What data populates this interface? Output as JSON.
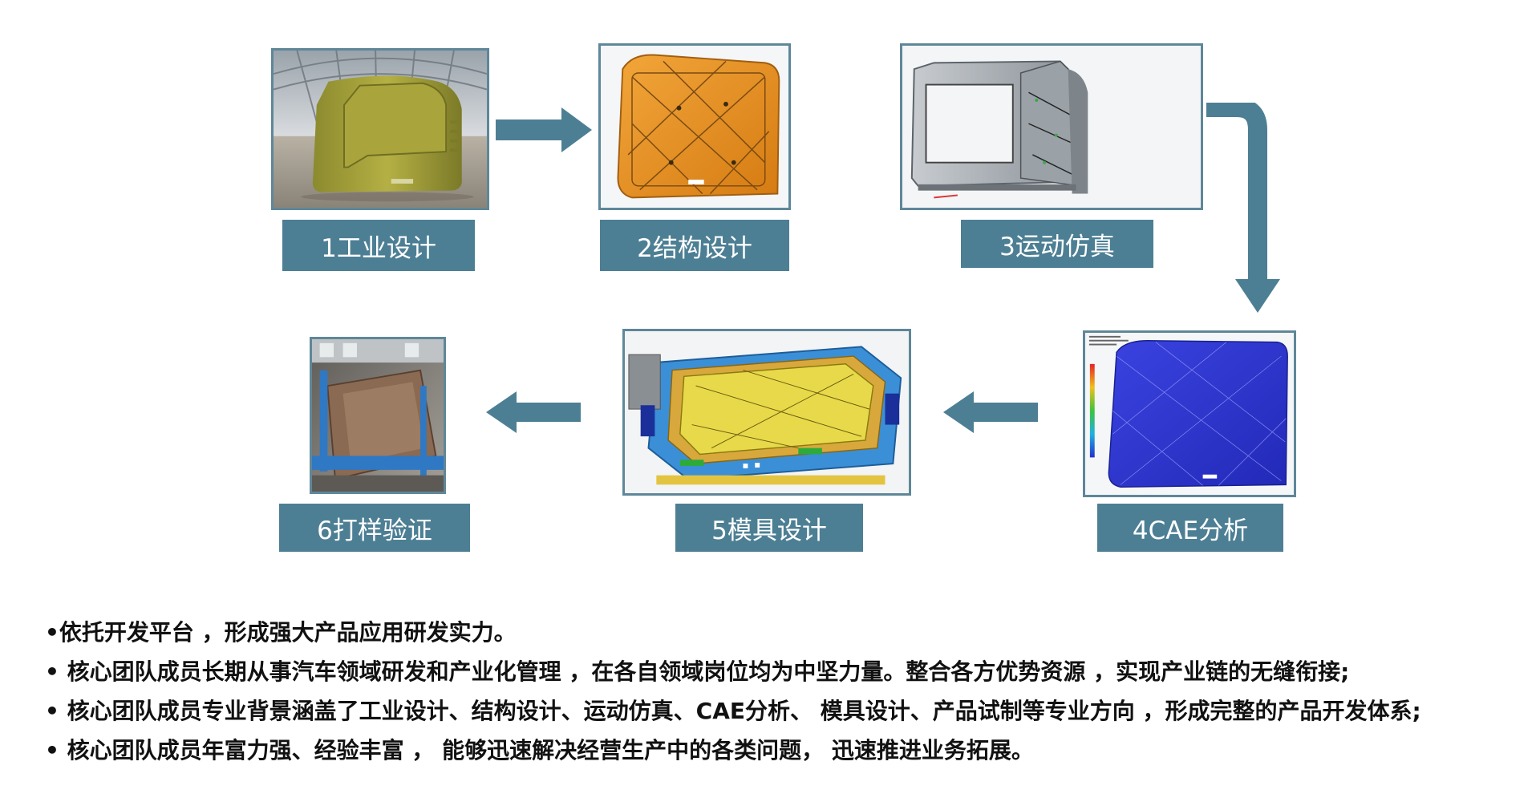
{
  "steps": [
    {
      "label": "1工业设计"
    },
    {
      "label": "2结构设计"
    },
    {
      "label": "3运动仿真"
    },
    {
      "label": "4CAE分析"
    },
    {
      "label": "5模具设计"
    },
    {
      "label": "6打样验证"
    }
  ],
  "bullets": [
    "•依托开发平台 ，形成强大产品应用研发实力。",
    "• 核心团队成员长期从事汽车领域研发和产业化管理 ，在各自领域岗位均为中坚力量。整合各方优势资源 ，实现产业链的无缝衔接;",
    "• 核心团队成员专业背景涵盖了工业设计、结构设计、运动仿真、CAE分析、 模具设计、产品试制等专业方向 ，形成完整的产品开发体系;",
    "• 核心团队成员年富力强、经验丰富 ， 能够迅速解决经营生产中的各类问题， 迅速推进业务拓展。"
  ],
  "colors": {
    "label_bg": "#4d7f94",
    "arrow": "#4d7f94",
    "frame": "#5f8799"
  }
}
